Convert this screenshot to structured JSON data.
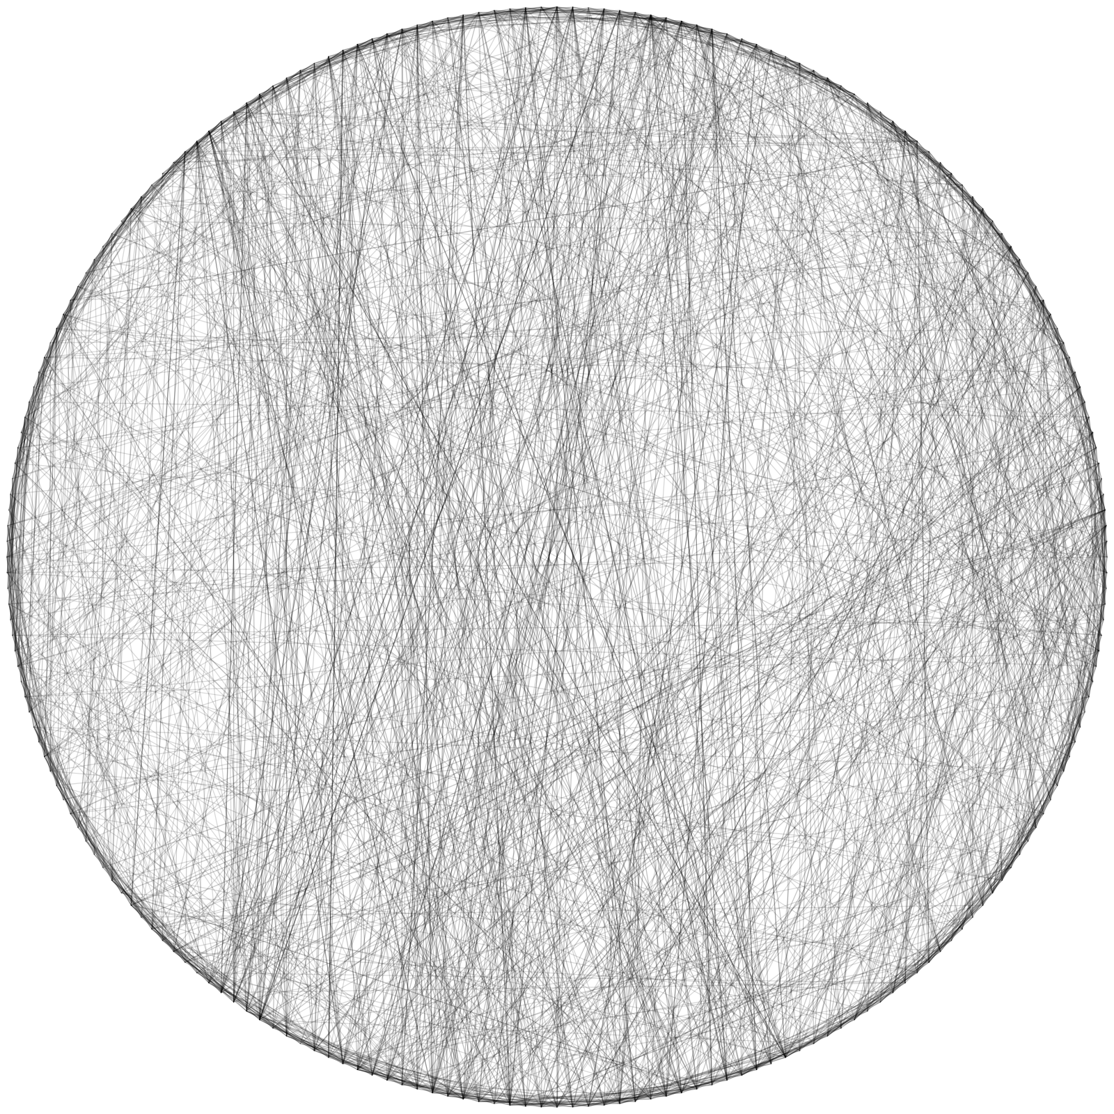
{
  "artwork": {
    "kind": "string-art portrait",
    "background_color": "#ffffff",
    "thread_color": "#000000",
    "thread_opacity": 0.22,
    "pin_count": 220,
    "boundary": "circle"
  }
}
